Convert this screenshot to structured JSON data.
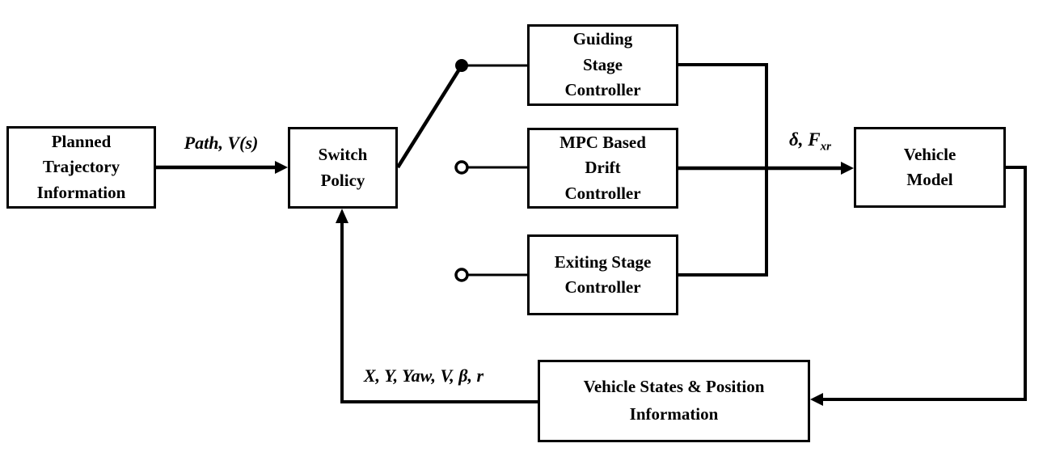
{
  "boxes": {
    "planned": {
      "label": "Planned Trajectory Information"
    },
    "switch_policy": {
      "label": "Switch Policy"
    },
    "guiding": {
      "label": "Guiding Stage Controller"
    },
    "mpc": {
      "label": "MPC Based Drift Controller"
    },
    "exiting": {
      "label": "Exiting Stage Controller"
    },
    "vehicle_model": {
      "label": "Vehicle Model"
    },
    "vehicle_states": {
      "label": "Vehicle States & Position Information"
    }
  },
  "signals": {
    "path_input": "Path, V(s)",
    "control_output_main": "δ, F",
    "control_output_sub": "xr",
    "feedback": "X, Y, Yaw, V, β, r"
  },
  "switch": {
    "selected_contact": "guiding",
    "contacts": [
      {
        "target": "guiding",
        "state": "closed"
      },
      {
        "target": "mpc",
        "state": "open"
      },
      {
        "target": "exiting",
        "state": "open"
      }
    ]
  },
  "colors": {
    "line": "#000000",
    "background": "#ffffff",
    "box_fill": "#ffffff"
  }
}
